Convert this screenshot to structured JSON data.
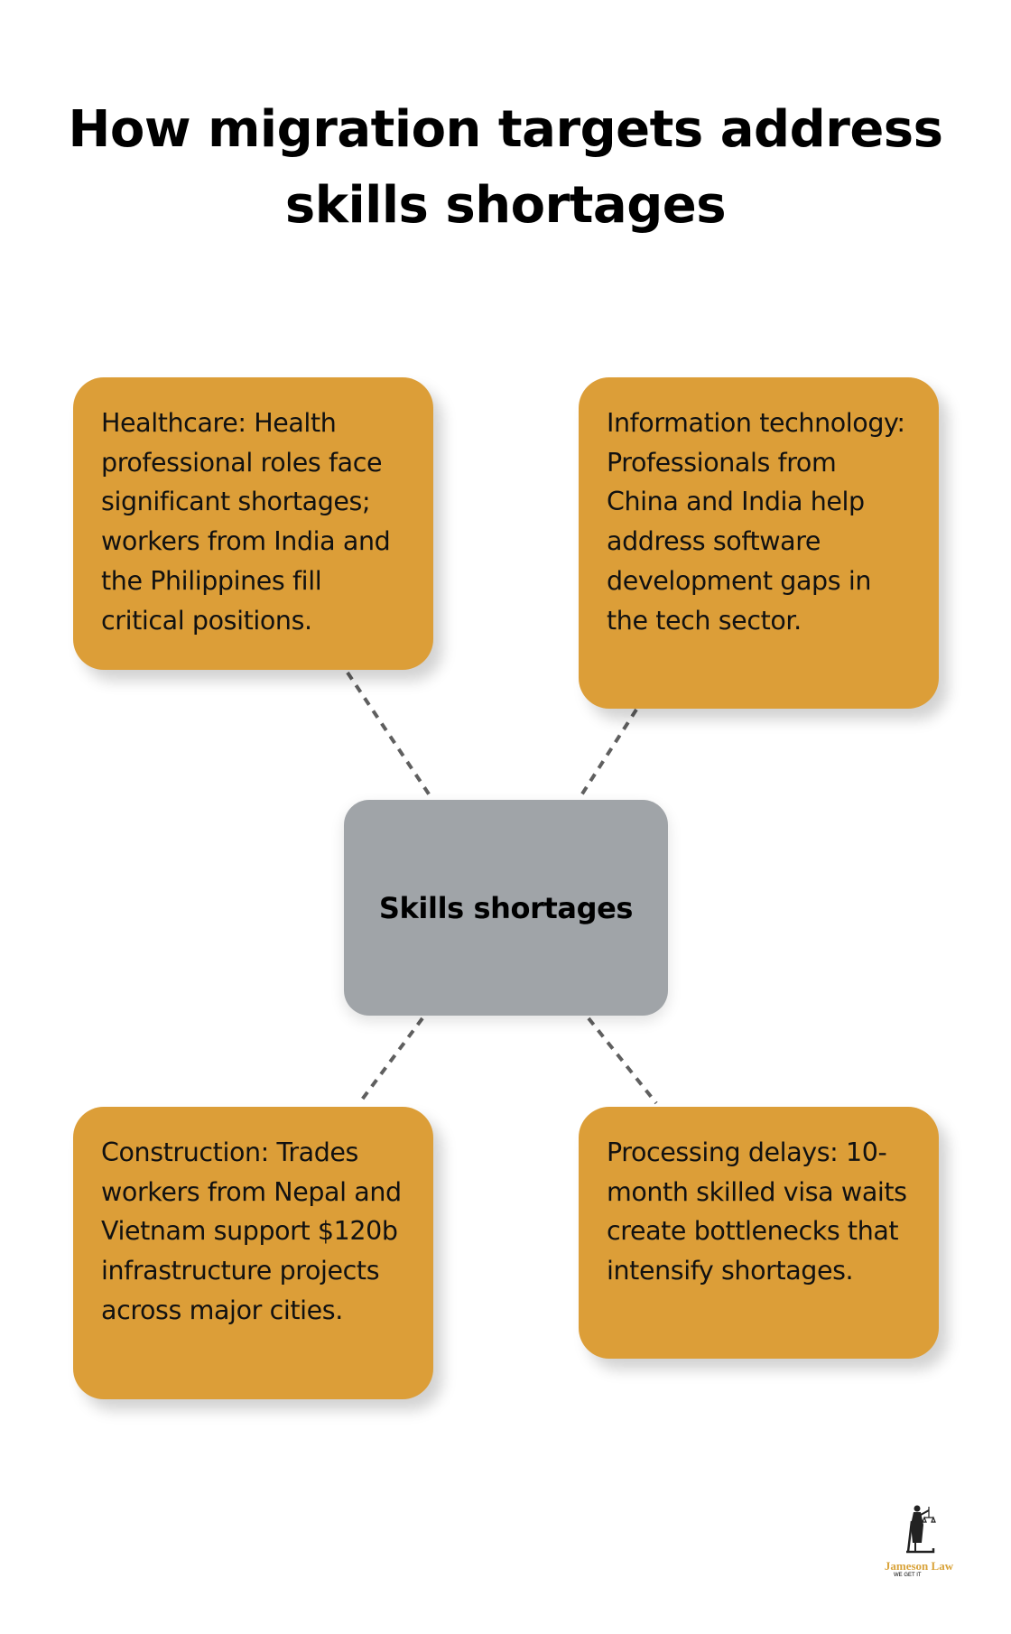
{
  "title": "How migration targets address skills shortages",
  "title_lines": [
    "How migration targets address",
    "skills shortages"
  ],
  "center": {
    "label": "Skills shortages",
    "color": "#A0A4A8"
  },
  "cards": [
    {
      "id": "healthcare",
      "text": "Healthcare: Health professional roles face significant shortages; workers from India and the Philippines fill critical positions.",
      "color": "#DC9E38"
    },
    {
      "id": "information-technology",
      "text": "Information technology: Professionals from China and India help address software development gaps in the tech sector.",
      "color": "#DC9E38"
    },
    {
      "id": "construction",
      "text": "Construction: Trades workers from Nepal and Vietnam support $120b infrastructure projects across major cities.",
      "color": "#DC9E38"
    },
    {
      "id": "processing-delays",
      "text": "Processing delays: 10-month skilled visa waits create bottlenecks that intensify shortages.",
      "color": "#DC9E38"
    }
  ],
  "logo": {
    "name": "Jameson Law",
    "tagline": "WE GET IT",
    "icon": "lady-justice-icon"
  }
}
